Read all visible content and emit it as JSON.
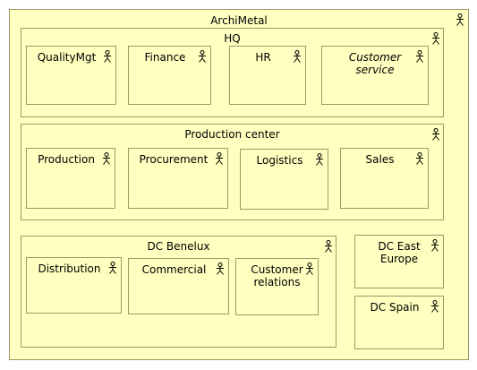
{
  "diagram": {
    "root": "ArchiMetal",
    "hq": {
      "title": "HQ",
      "children": [
        "QualityMgt",
        "Finance",
        "HR",
        "Customer service"
      ]
    },
    "production_center": {
      "title": "Production center",
      "children": [
        "Production",
        "Procurement",
        "Logistics",
        "Sales"
      ]
    },
    "dc_benelux": {
      "title": "DC Benelux",
      "children": [
        "Distribution",
        "Commercial",
        "Customer relations"
      ]
    },
    "dc_east_europe": {
      "title": "DC East Europe"
    },
    "dc_spain": {
      "title": "DC Spain"
    }
  },
  "style": {
    "fill": "#ffffc0",
    "border": "#9a9a6a"
  },
  "icons": {
    "actor": "stick-figure-actor-icon"
  }
}
